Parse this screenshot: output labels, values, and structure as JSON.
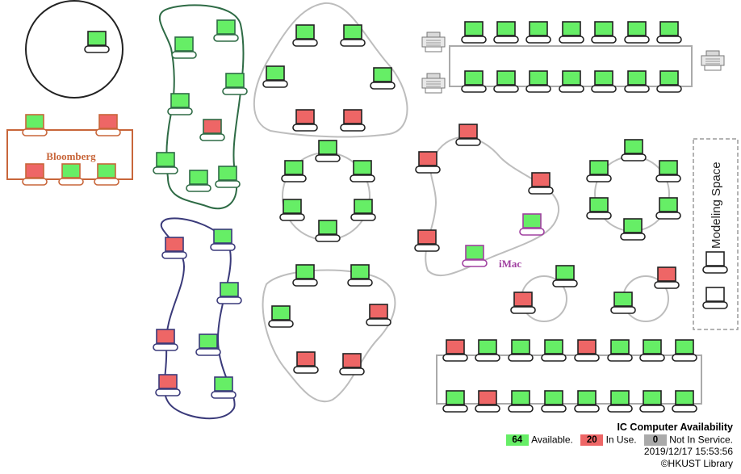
{
  "colors": {
    "available": "#66ee66",
    "in_use": "#ee6666",
    "not_in_service": "#aaaaaa",
    "bloomberg": "#c8663a",
    "cluster_green": "#2e6b45",
    "cluster_blue": "#3a3a7a",
    "imac": "#a040a0",
    "loop_gray": "#bdbdbd"
  },
  "labels": {
    "bloomberg": "Bloomberg",
    "imac": "iMac",
    "modeling": "Modeling Space"
  },
  "legend": {
    "title": "IC Computer Availability",
    "available_count": "64",
    "available_label": "Available.",
    "in_use_count": "20",
    "in_use_label": "In Use.",
    "not_in_service_count": "0",
    "not_in_service_label": "Not In Service.",
    "timestamp": "2019/12/17 15:53:56",
    "credit": "©HKUST Library"
  },
  "stations": [
    {
      "id": "round-1",
      "status": "available"
    },
    {
      "id": "bloomberg-1",
      "status": "available"
    },
    {
      "id": "bloomberg-2",
      "status": "in_use"
    },
    {
      "id": "bloomberg-3",
      "status": "in_use"
    },
    {
      "id": "bloomberg-4",
      "status": "available"
    },
    {
      "id": "bloomberg-5",
      "status": "available"
    },
    {
      "id": "green-1",
      "status": "available"
    },
    {
      "id": "green-2",
      "status": "available"
    },
    {
      "id": "green-3",
      "status": "available"
    },
    {
      "id": "green-4",
      "status": "available"
    },
    {
      "id": "green-5",
      "status": "in_use"
    },
    {
      "id": "green-6",
      "status": "available"
    },
    {
      "id": "green-7",
      "status": "available"
    },
    {
      "id": "green-8",
      "status": "available"
    },
    {
      "id": "blue-1",
      "status": "in_use"
    },
    {
      "id": "blue-2",
      "status": "available"
    },
    {
      "id": "blue-3",
      "status": "available"
    },
    {
      "id": "blue-4",
      "status": "in_use"
    },
    {
      "id": "blue-5",
      "status": "available"
    },
    {
      "id": "blue-6",
      "status": "in_use"
    },
    {
      "id": "blue-7",
      "status": "available"
    },
    {
      "id": "tri-a-1",
      "status": "available"
    },
    {
      "id": "tri-a-2",
      "status": "available"
    },
    {
      "id": "tri-a-3",
      "status": "available"
    },
    {
      "id": "tri-a-4",
      "status": "available"
    },
    {
      "id": "tri-a-5",
      "status": "in_use"
    },
    {
      "id": "tri-a-6",
      "status": "in_use"
    },
    {
      "id": "hex-a-1",
      "status": "available"
    },
    {
      "id": "hex-a-2",
      "status": "available"
    },
    {
      "id": "hex-a-3",
      "status": "available"
    },
    {
      "id": "hex-a-4",
      "status": "available"
    },
    {
      "id": "hex-a-5",
      "status": "available"
    },
    {
      "id": "hex-a-6",
      "status": "available"
    },
    {
      "id": "tri-b-1",
      "status": "available"
    },
    {
      "id": "tri-b-2",
      "status": "available"
    },
    {
      "id": "tri-b-3",
      "status": "available"
    },
    {
      "id": "tri-b-4",
      "status": "in_use"
    },
    {
      "id": "tri-b-5",
      "status": "in_use"
    },
    {
      "id": "tri-b-6",
      "status": "in_use"
    },
    {
      "id": "imac-1",
      "status": "in_use"
    },
    {
      "id": "imac-2",
      "status": "in_use"
    },
    {
      "id": "imac-3",
      "status": "in_use"
    },
    {
      "id": "imac-4",
      "status": "in_use"
    },
    {
      "id": "imac-5",
      "status": "available"
    },
    {
      "id": "imac-6",
      "status": "available"
    },
    {
      "id": "hex-b-1",
      "status": "available"
    },
    {
      "id": "hex-b-2",
      "status": "available"
    },
    {
      "id": "hex-b-3",
      "status": "available"
    },
    {
      "id": "hex-b-4",
      "status": "available"
    },
    {
      "id": "hex-b-5",
      "status": "available"
    },
    {
      "id": "hex-b-6",
      "status": "available"
    },
    {
      "id": "pair-a-1",
      "status": "available"
    },
    {
      "id": "pair-a-2",
      "status": "in_use"
    },
    {
      "id": "pair-b-1",
      "status": "in_use"
    },
    {
      "id": "pair-b-2",
      "status": "available"
    },
    {
      "id": "row-top-1",
      "status": "available"
    },
    {
      "id": "row-top-2",
      "status": "available"
    },
    {
      "id": "row-top-3",
      "status": "available"
    },
    {
      "id": "row-top-4",
      "status": "available"
    },
    {
      "id": "row-top-5",
      "status": "available"
    },
    {
      "id": "row-top-6",
      "status": "available"
    },
    {
      "id": "row-top-7",
      "status": "available"
    },
    {
      "id": "row-top-8",
      "status": "available"
    },
    {
      "id": "row-top-9",
      "status": "available"
    },
    {
      "id": "row-top-10",
      "status": "available"
    },
    {
      "id": "row-top-11",
      "status": "available"
    },
    {
      "id": "row-top-12",
      "status": "available"
    },
    {
      "id": "row-top-13",
      "status": "available"
    },
    {
      "id": "row-top-14",
      "status": "available"
    },
    {
      "id": "row-bot-1",
      "status": "in_use"
    },
    {
      "id": "row-bot-2",
      "status": "available"
    },
    {
      "id": "row-bot-3",
      "status": "available"
    },
    {
      "id": "row-bot-4",
      "status": "available"
    },
    {
      "id": "row-bot-5",
      "status": "in_use"
    },
    {
      "id": "row-bot-6",
      "status": "available"
    },
    {
      "id": "row-bot-7",
      "status": "available"
    },
    {
      "id": "row-bot-8",
      "status": "available"
    },
    {
      "id": "row-bot-9",
      "status": "available"
    },
    {
      "id": "row-bot-10",
      "status": "in_use"
    },
    {
      "id": "row-bot-11",
      "status": "available"
    },
    {
      "id": "row-bot-12",
      "status": "available"
    },
    {
      "id": "row-bot-13",
      "status": "available"
    },
    {
      "id": "row-bot-14",
      "status": "available"
    },
    {
      "id": "row-bot-15",
      "status": "available"
    },
    {
      "id": "row-bot-16",
      "status": "available"
    },
    {
      "id": "modeling-1",
      "status": "empty"
    },
    {
      "id": "modeling-2",
      "status": "empty"
    }
  ]
}
